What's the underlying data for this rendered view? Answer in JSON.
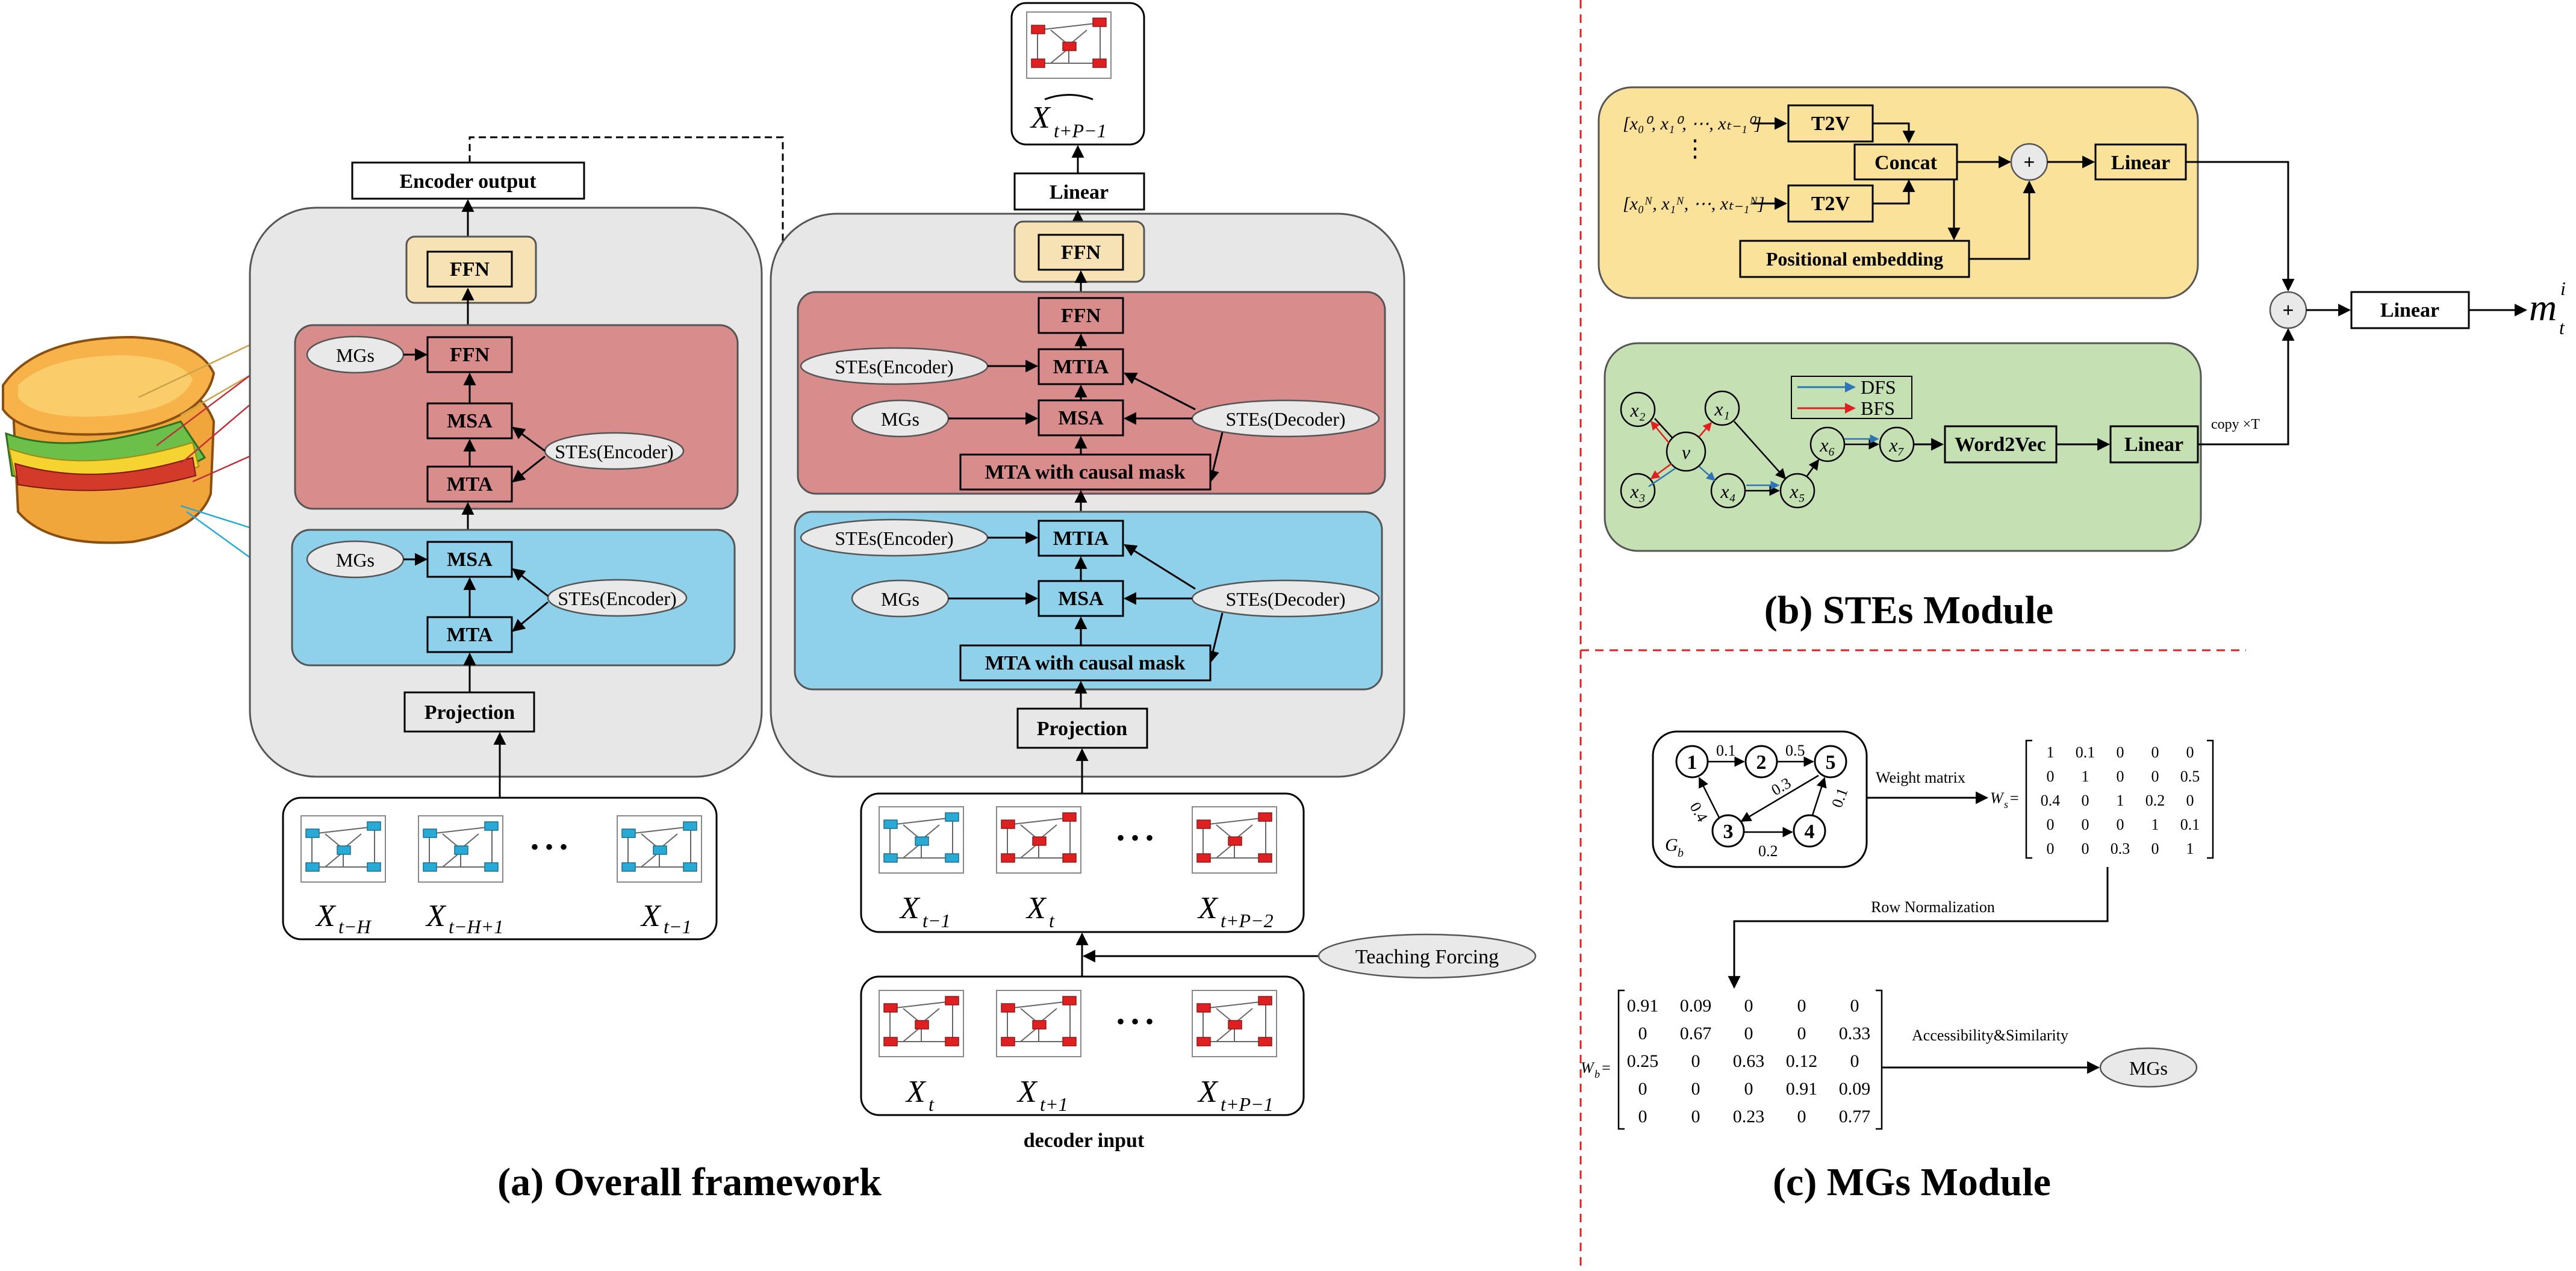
{
  "panel_a": {
    "caption": "(a) Overall framework",
    "encoder": {
      "output_label": "Encoder output",
      "ffn_top": "FFN",
      "red_block": {
        "ffn": "FFN",
        "mgs": "MGs",
        "msa": "MSA",
        "stes": "STEs(Encoder)",
        "mta": "MTA"
      },
      "blue_block": {
        "mgs": "MGs",
        "msa": "MSA",
        "stes": "STEs(Encoder)",
        "mta": "MTA"
      },
      "projection": "Projection",
      "inputs": [
        "X",
        "X",
        "X"
      ],
      "input_subs": [
        "t−H",
        "t−H+1",
        "t−1"
      ],
      "ellipsis": "• • •"
    },
    "decoder": {
      "output_symbol": "X",
      "output_sub": "t+P−1",
      "linear": "Linear",
      "ffn_top": "FFN",
      "red_block": {
        "ffn": "FFN",
        "stes_enc": "STEs(Encoder)",
        "mtia": "MTIA",
        "mgs": "MGs",
        "msa": "MSA",
        "stes_dec": "STEs(Decoder)",
        "mta": "MTA with causal mask"
      },
      "blue_block": {
        "stes_enc": "STEs(Encoder)",
        "mtia": "MTIA",
        "mgs": "MGs",
        "msa": "MSA",
        "stes_dec": "STEs(Decoder)",
        "mta": "MTA with causal mask"
      },
      "projection": "Projection",
      "inputs": [
        "X",
        "X",
        "X"
      ],
      "input_subs": [
        "t−1",
        "t",
        "t+P−2"
      ],
      "teaching_forcing": "Teaching Forcing",
      "decoder_inputs": [
        "X",
        "X",
        "X"
      ],
      "decoder_input_subs": [
        "t",
        "t+1",
        "t+P−1"
      ],
      "decoder_input_label": "decoder input",
      "ellipsis": "• • •"
    }
  },
  "panel_b": {
    "caption": "(b) STEs Module",
    "seq_top": "[x₀⁰, x₁⁰, ⋯, xₜ₋₁⁰]",
    "seq_bottom": "[x₀ᴺ, x₁ᴺ, ⋯, xₜ₋₁ᴺ]",
    "t2v_top": "T2V",
    "t2v_bottom": "T2V",
    "concat": "Concat",
    "positional": "Positional embedding",
    "plus": "+",
    "linear_top": "Linear",
    "legend": [
      "DFS",
      "BFS"
    ],
    "nodes": [
      "x₂",
      "x₁",
      "v",
      "x₃",
      "x₄",
      "x₅",
      "x₆",
      "x₇"
    ],
    "word2vec": "Word2Vec",
    "linear_bottom": "Linear",
    "copy_label": "copy ×T",
    "linear_out": "Linear",
    "output_symbol": "m",
    "output_sub": "t",
    "output_sup": "i",
    "colors": {
      "yellow": "#fbe29a",
      "green": "#c5e0b3",
      "dfs": "#2e75b6",
      "bfs": "#e02020"
    }
  },
  "panel_c": {
    "caption": "(c) MGs Module",
    "graph_label": "G",
    "graph_sub": "b",
    "nodes": [
      "1",
      "2",
      "5",
      "3",
      "4"
    ],
    "edge_weights": [
      "0.1",
      "0.5",
      "0.4",
      "0.3",
      "0.1",
      "0.2"
    ],
    "weight_matrix_label": "Weight matrix",
    "ws_label": "W",
    "ws_sub": "s",
    "ws": [
      [
        "1",
        "0.1",
        "0",
        "0",
        "0"
      ],
      [
        "0",
        "1",
        "0",
        "0",
        "0.5"
      ],
      [
        "0.4",
        "0",
        "1",
        "0.2",
        "0"
      ],
      [
        "0",
        "0",
        "0",
        "1",
        "0.1"
      ],
      [
        "0",
        "0",
        "0.3",
        "0",
        "1"
      ]
    ],
    "row_norm_label": "Row Normalization",
    "wb_label": "W",
    "wb_sub": "b",
    "wb": [
      [
        "0.91",
        "0.09",
        "0",
        "0",
        "0"
      ],
      [
        "0",
        "0.67",
        "0",
        "0",
        "0.33"
      ],
      [
        "0.25",
        "0",
        "0.63",
        "0.12",
        "0"
      ],
      [
        "0",
        "0",
        "0",
        "0.91",
        "0.09"
      ],
      [
        "0",
        "0",
        "0.23",
        "0",
        "0.77"
      ]
    ],
    "access_label": "Accessibility&Similarity",
    "mgs": "MGs"
  },
  "colors": {
    "gray_panel": "#e7e7e7",
    "red_block": "#d98c8c",
    "blue_block": "#8fd0ea",
    "ffn_top": "#f7e2b5",
    "ellipse": "#e9e9e9",
    "divider": "#e02020"
  }
}
